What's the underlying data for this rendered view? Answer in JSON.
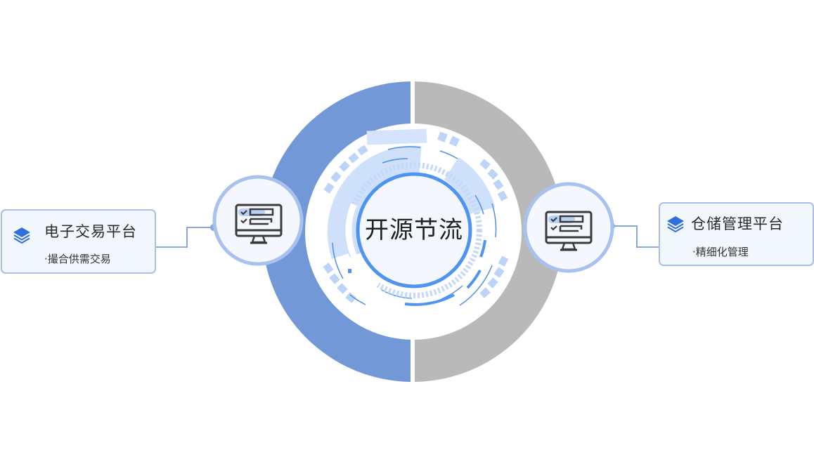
{
  "center": {
    "label": "开源节流"
  },
  "left_node": {
    "title": "电子交易平台",
    "bullet": "·撮合供需交易",
    "icon": "layers-icon",
    "node_icon": "monitor-checklist-icon"
  },
  "right_node": {
    "title": "仓储管理平台",
    "bullet": "·精细化管理",
    "icon": "layers-icon",
    "node_icon": "monitor-checklist-icon"
  },
  "colors": {
    "left_ring": "#7398d7",
    "right_ring": "#b9b9b9",
    "accent_blue": "#4f94f0",
    "light_blue": "#c9dcfa",
    "card_bg": "#f2f6fd",
    "card_border": "#a9bfea",
    "connector": "#8aa8e0",
    "icon_dark": "#3a3a3a",
    "layers_blue": "#2f6fd8"
  }
}
